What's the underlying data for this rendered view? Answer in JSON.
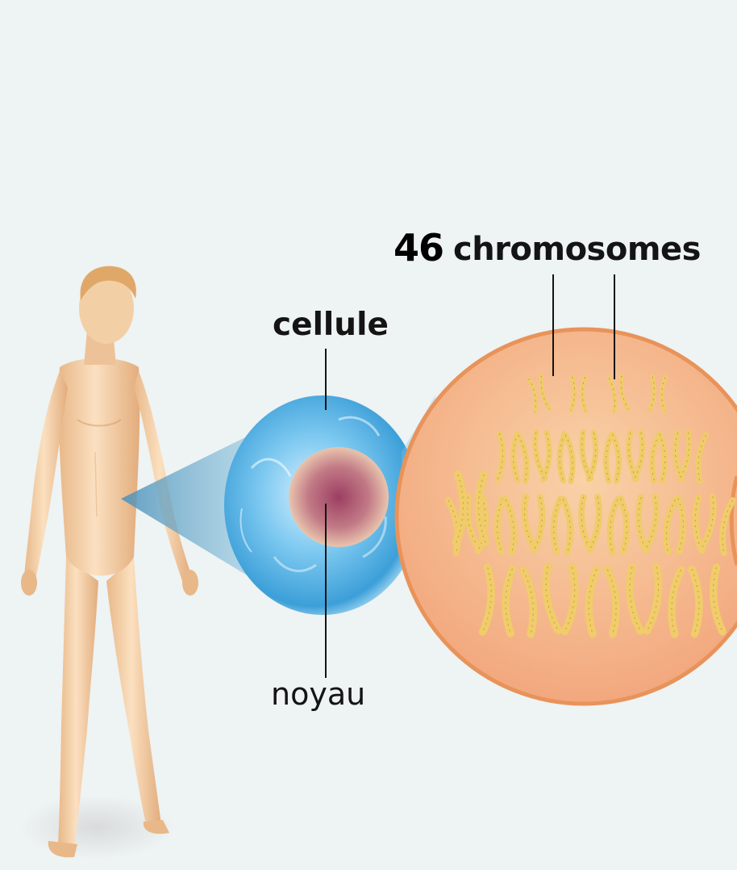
{
  "labels": {
    "chromosome_count": "46",
    "chromosomes": "chromosomes",
    "cell": "cellule",
    "nucleus": "noyau"
  },
  "colors": {
    "background": "#eef3f3",
    "skin": "#f0c89a",
    "cell_blue": "#5ab8e8",
    "nucleus": "#b0607a",
    "chromosome_circle": "#f5b488",
    "chromosome_circle_border": "#e8935a",
    "chromosome": "#f0cc6a",
    "leader_line": "#141414"
  },
  "chromosome_rows": [
    4,
    9,
    10,
    6
  ]
}
